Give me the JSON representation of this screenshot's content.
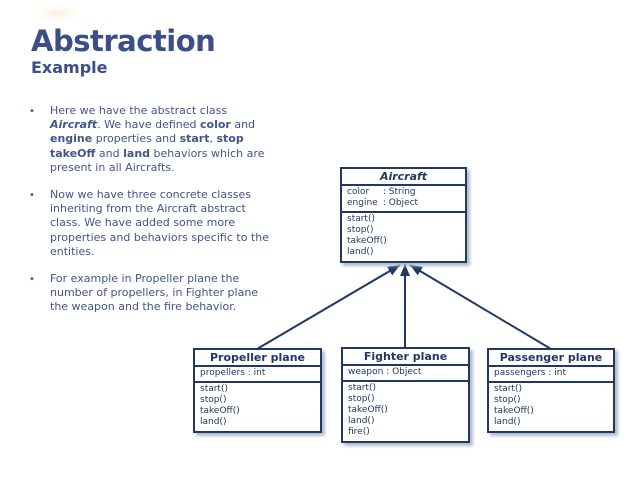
{
  "slide": {
    "title": "Abstraction",
    "subtitle": "Example"
  },
  "colors": {
    "heading": "#3b4e87",
    "body": "#41548b",
    "diagram": "#1f3864",
    "shadow": "#b3bdca"
  },
  "bullet_char": "•",
  "bullets": [
    {
      "lines": [
        [
          {
            "t": "Here we have the abstract class"
          }
        ],
        [
          {
            "t": "Aircraft",
            "b": true,
            "i": true
          },
          {
            "t": ". We have defined "
          },
          {
            "t": "color",
            "b": true
          },
          {
            "t": " and"
          }
        ],
        [
          {
            "t": "engine",
            "b": true
          },
          {
            "t": " properties and "
          },
          {
            "t": "start",
            "b": true
          },
          {
            "t": ", "
          },
          {
            "t": "stop",
            "b": true
          }
        ],
        [
          {
            "t": "takeOff",
            "b": true
          },
          {
            "t": " and "
          },
          {
            "t": "land",
            "b": true
          },
          {
            "t": " behaviors which are"
          }
        ],
        [
          {
            "t": "present in all Aircrafts."
          }
        ]
      ]
    },
    {
      "lines": [
        [
          {
            "t": "Now we have three concrete classes"
          }
        ],
        [
          {
            "t": "inheriting from the Aircraft abstract"
          }
        ],
        [
          {
            "t": "class. We have added some more"
          }
        ],
        [
          {
            "t": "properties and behaviors specific to the"
          }
        ],
        [
          {
            "t": "entities."
          }
        ]
      ]
    },
    {
      "lines": [
        [
          {
            "t": "For example in Propeller plane the"
          }
        ],
        [
          {
            "t": "number of propellers, in Fighter plane"
          }
        ],
        [
          {
            "t": "the weapon and the fire behavior."
          }
        ]
      ]
    }
  ],
  "diagram": {
    "classes": [
      {
        "id": "aircraft",
        "title": "Aircraft",
        "abstract": true,
        "attributes": [
          {
            "name": "color",
            "type": "String"
          },
          {
            "name": "engine",
            "type": "Object"
          }
        ],
        "methods": [
          "start()",
          "stop()",
          "takeOff()",
          "land()"
        ]
      },
      {
        "id": "propeller",
        "title": "Propeller plane",
        "abstract": false,
        "attributes": [
          {
            "name": "propellers",
            "type": "int"
          }
        ],
        "methods": [
          "start()",
          "stop()",
          "takeOff()",
          "land()"
        ]
      },
      {
        "id": "fighter",
        "title": "Fighter plane",
        "abstract": false,
        "attributes": [
          {
            "name": "weapon",
            "type": "Object"
          }
        ],
        "methods": [
          "start()",
          "stop()",
          "takeOff()",
          "land()",
          "fire()"
        ]
      },
      {
        "id": "passenger",
        "title": "Passenger plane",
        "abstract": false,
        "attributes": [
          {
            "name": "passengers",
            "type": "int"
          }
        ],
        "methods": [
          "start()",
          "stop()",
          "takeOff()",
          "land()"
        ]
      }
    ]
  }
}
